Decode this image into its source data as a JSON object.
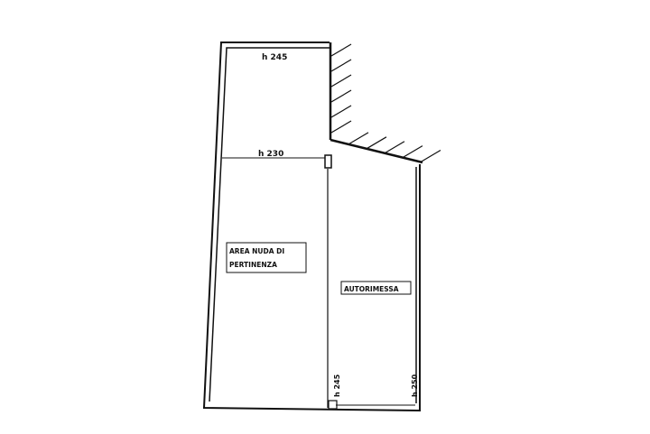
{
  "plan": {
    "height_top": "h 245",
    "height_mid": "h 230",
    "room_left_line1": "AREA NUDA DI",
    "room_left_line2": "PERTINENZA",
    "room_right": "AUTORIMESSA",
    "height_bottom_inner": "h 245",
    "height_bottom_right": "h 250"
  },
  "colors": {
    "ink": "#111111",
    "paper": "#ffffff"
  }
}
